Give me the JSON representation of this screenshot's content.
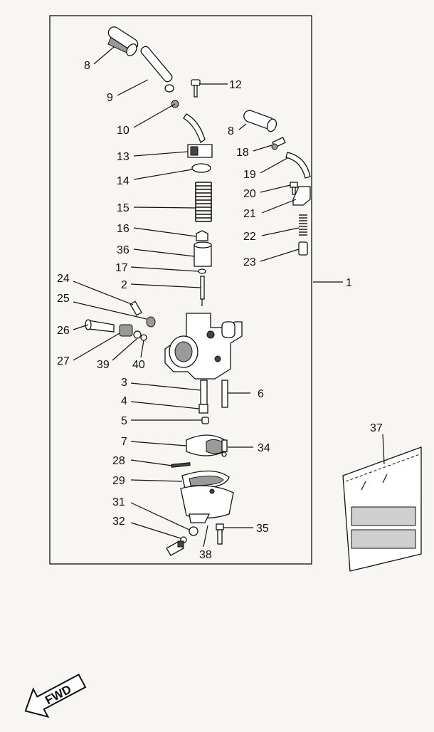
{
  "callouts": [
    {
      "id": "c8a",
      "text": "8"
    },
    {
      "id": "c9",
      "text": "9"
    },
    {
      "id": "c10",
      "text": "10"
    },
    {
      "id": "c12",
      "text": "12"
    },
    {
      "id": "c8b",
      "text": "8"
    },
    {
      "id": "c13",
      "text": "13"
    },
    {
      "id": "c18",
      "text": "18"
    },
    {
      "id": "c14",
      "text": "14"
    },
    {
      "id": "c19",
      "text": "19"
    },
    {
      "id": "c20",
      "text": "20"
    },
    {
      "id": "c15",
      "text": "15"
    },
    {
      "id": "c21",
      "text": "21"
    },
    {
      "id": "c16",
      "text": "16"
    },
    {
      "id": "c22",
      "text": "22"
    },
    {
      "id": "c36",
      "text": "36"
    },
    {
      "id": "c23",
      "text": "23"
    },
    {
      "id": "c17",
      "text": "17"
    },
    {
      "id": "c24",
      "text": "24"
    },
    {
      "id": "c1",
      "text": "1"
    },
    {
      "id": "c2",
      "text": "2"
    },
    {
      "id": "c25",
      "text": "25"
    },
    {
      "id": "c26",
      "text": "26"
    },
    {
      "id": "c27",
      "text": "27"
    },
    {
      "id": "c39",
      "text": "39"
    },
    {
      "id": "c40",
      "text": "40"
    },
    {
      "id": "c3",
      "text": "3"
    },
    {
      "id": "c6",
      "text": "6"
    },
    {
      "id": "c4",
      "text": "4"
    },
    {
      "id": "c5",
      "text": "5"
    },
    {
      "id": "c37",
      "text": "37"
    },
    {
      "id": "c7",
      "text": "7"
    },
    {
      "id": "c34",
      "text": "34"
    },
    {
      "id": "c28",
      "text": "28"
    },
    {
      "id": "c29",
      "text": "29"
    },
    {
      "id": "c31",
      "text": "31"
    },
    {
      "id": "c32",
      "text": "32"
    },
    {
      "id": "c35",
      "text": "35"
    },
    {
      "id": "c38",
      "text": "38"
    }
  ],
  "direction_label": "FWD"
}
